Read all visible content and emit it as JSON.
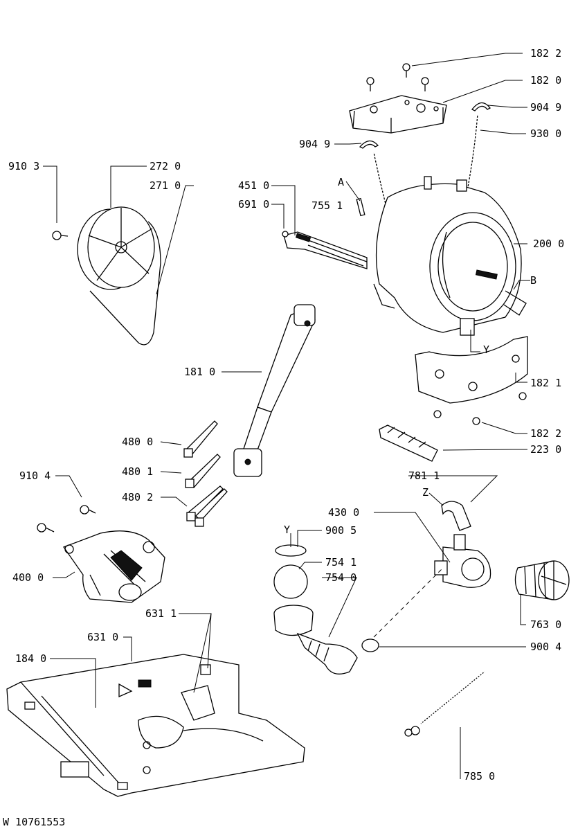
{
  "diagram": {
    "footer_code": "W 10761553",
    "parts": [
      {
        "id": "p1822a",
        "label": "182 2"
      },
      {
        "id": "p1820",
        "label": "182 0"
      },
      {
        "id": "p9049r",
        "label": "904 9"
      },
      {
        "id": "p9300",
        "label": "930 0"
      },
      {
        "id": "p9049l",
        "label": "904 9"
      },
      {
        "id": "p9103",
        "label": "910 3"
      },
      {
        "id": "p2720",
        "label": "272 0"
      },
      {
        "id": "p2710",
        "label": "271 0"
      },
      {
        "id": "p4510",
        "label": "451 0"
      },
      {
        "id": "p6910",
        "label": "691 0"
      },
      {
        "id": "p7551",
        "label": "755 1"
      },
      {
        "id": "p2000",
        "label": "200 0"
      },
      {
        "id": "p1810",
        "label": "181 0"
      },
      {
        "id": "p1821",
        "label": "182 1"
      },
      {
        "id": "p1822b",
        "label": "182 2"
      },
      {
        "id": "p2230",
        "label": "223 0"
      },
      {
        "id": "p4800",
        "label": "480 0"
      },
      {
        "id": "p4801",
        "label": "480 1"
      },
      {
        "id": "p4802",
        "label": "480 2"
      },
      {
        "id": "p9104",
        "label": "910 4"
      },
      {
        "id": "p7811",
        "label": "781 1"
      },
      {
        "id": "p4300",
        "label": "430 0"
      },
      {
        "id": "p9005",
        "label": "900 5"
      },
      {
        "id": "p7541",
        "label": "754 1"
      },
      {
        "id": "p7540",
        "label": "754 0"
      },
      {
        "id": "p4000",
        "label": "400 0"
      },
      {
        "id": "p7630",
        "label": "763 0"
      },
      {
        "id": "p6311",
        "label": "631 1"
      },
      {
        "id": "p6310",
        "label": "631 0"
      },
      {
        "id": "p1840",
        "label": "184 0"
      },
      {
        "id": "p9004",
        "label": "900 4"
      },
      {
        "id": "p7850",
        "label": "785 0"
      }
    ],
    "letters": {
      "a": "A",
      "b": "B",
      "y_drum": "Y",
      "y_ring": "Y",
      "z": "Z"
    }
  }
}
